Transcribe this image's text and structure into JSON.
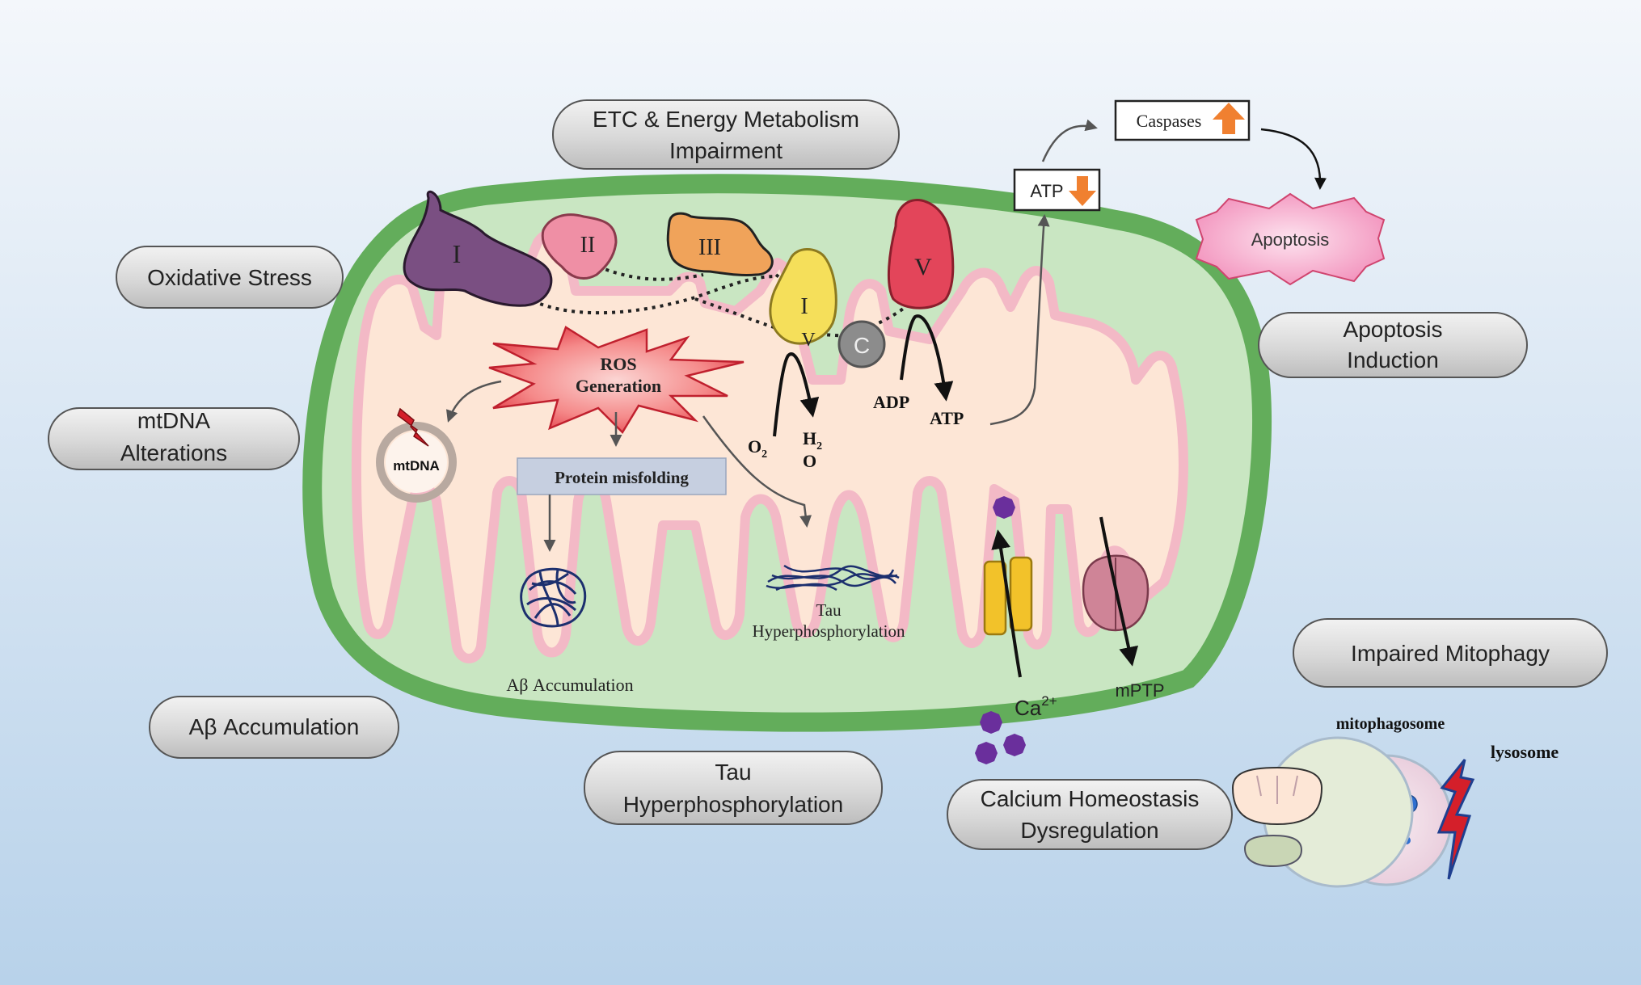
{
  "categories": {
    "etc": [
      "ETC & Energy Metabolism",
      "Impairment"
    ],
    "oxidative": [
      "Oxidative Stress"
    ],
    "mtdna": [
      "mtDNA",
      "Alterations"
    ],
    "abeta": [
      "Aβ Accumulation"
    ],
    "tau": [
      "Tau",
      "Hyperphosphorylation"
    ],
    "calcium": [
      "Calcium Homeostasis",
      "Dysregulation"
    ],
    "apoptosis": [
      "Apoptosis",
      "Induction"
    ],
    "mitophagy": [
      "Impaired Mitophagy"
    ]
  },
  "complexes": {
    "c1": "I",
    "c2": "II",
    "c3": "III",
    "c4a": "I",
    "c4b": "V",
    "c5": "V",
    "cytc": "C"
  },
  "labels": {
    "ros": [
      "ROS",
      "Generation"
    ],
    "mtdna_circle": "mtDNA",
    "protein_misfolding": "Protein misfolding",
    "abeta_inner": "Aβ Accumulation",
    "tau_inner": [
      "Tau",
      "Hyperphosphorylation"
    ],
    "o2": "O",
    "o2_sub": "2",
    "h2": "H",
    "h2_sub": "2",
    "h2o_o": "O",
    "adp": "ADP",
    "atp_inner": "ATP",
    "atp_box": "ATP",
    "caspases": "Caspases",
    "apoptosis_star": "Apoptosis",
    "ca": "Ca",
    "ca_sup": "2+",
    "mptp": "mPTP",
    "mitophagosome": "mitophagosome",
    "lysosome": "lysosome"
  },
  "colors": {
    "background_top": "#f4f7fb",
    "background_bottom": "#b8d2ea",
    "outer_membrane": "#63ad5b",
    "intermembrane": "#c9e6c2",
    "matrix": "#fde6d6",
    "cristae_edge": "#f3b9c6",
    "complex_I": "#7a4f82",
    "complex_II": "#ef8fa5",
    "complex_III": "#f0a35a",
    "complex_IV": "#f5df5a",
    "complex_V": "#e3455a",
    "cyt_c": "#8c8c8c",
    "ros_burst": "#f05a62",
    "arrow_up": "#f08030",
    "calcium_ion": "#6a2f9c",
    "apoptosis_star": "#f49ac0"
  }
}
